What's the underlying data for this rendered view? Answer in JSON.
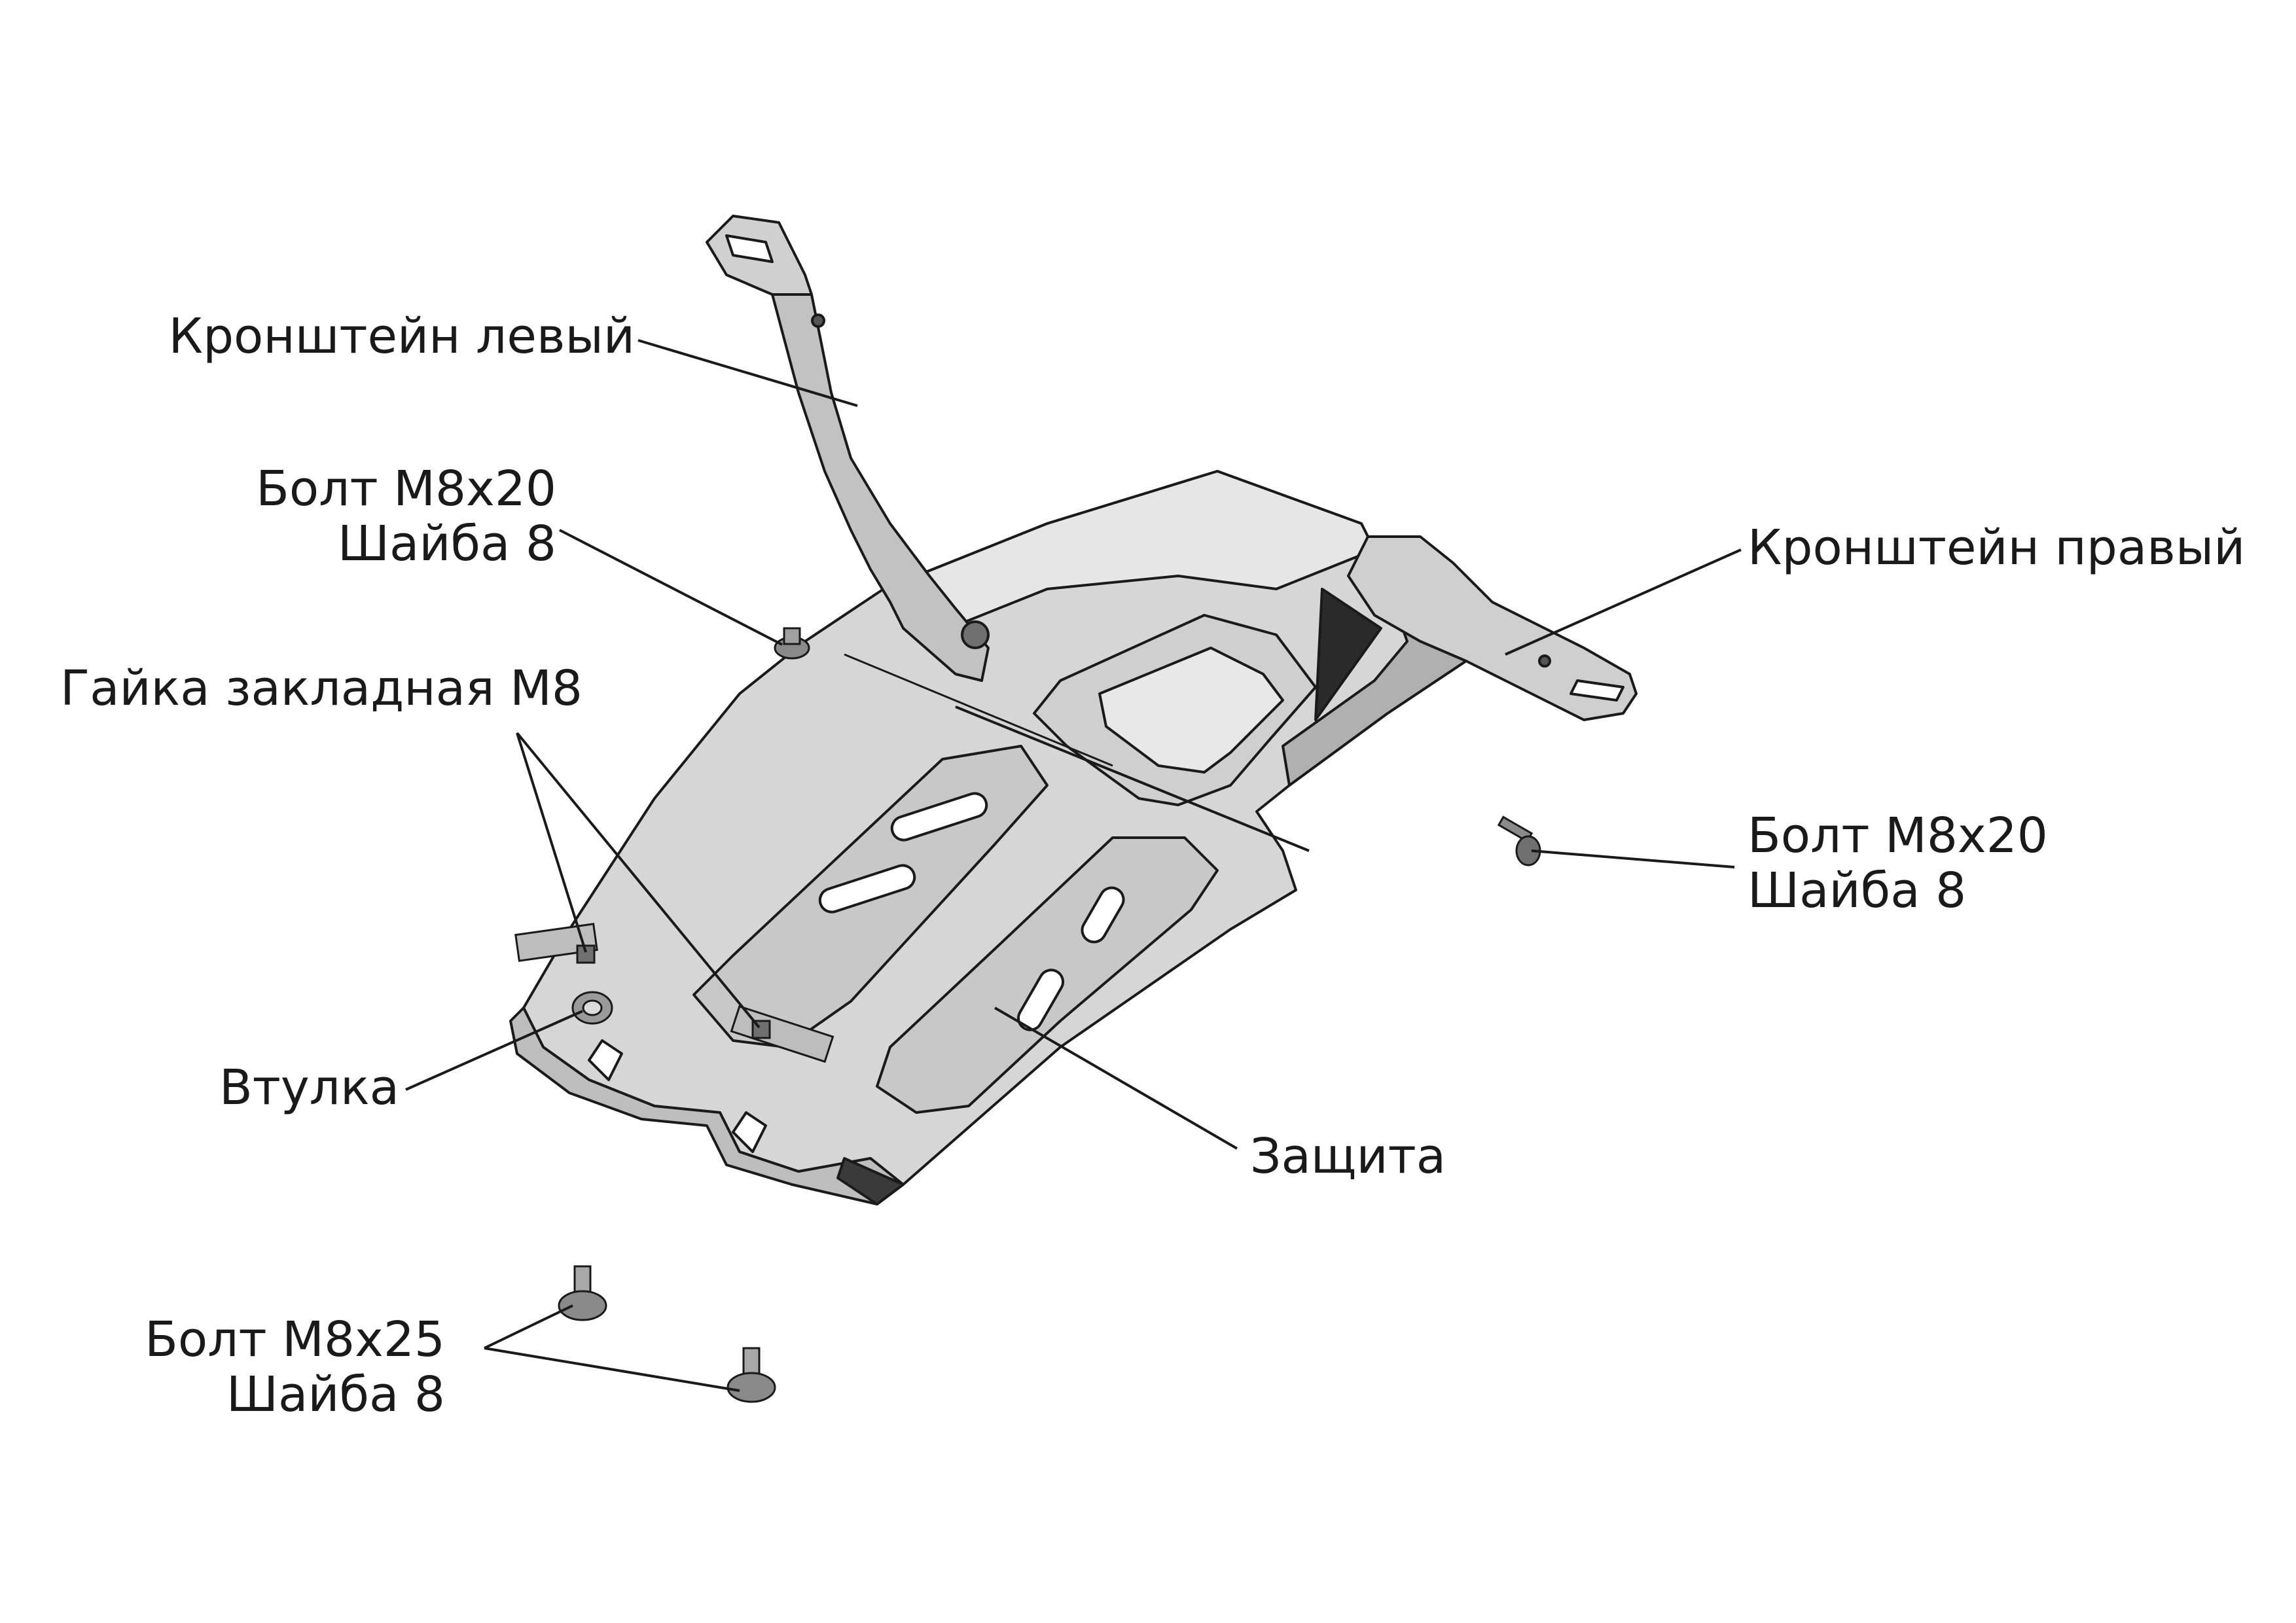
{
  "labels": {
    "bracket_left": "Кронштейн левый",
    "bolt_top_line1": "Болт М8х20",
    "bolt_top_line2": "Шайба 8",
    "bracket_right": "Кронштейн правый",
    "nut": "Гайка закладная М8",
    "bolt_right_line1": "Болт М8х20",
    "bolt_right_line2": "Шайба 8",
    "bushing": "Втулка",
    "guard": "Защита",
    "bolt_bottom_line1": "Болт М8х25",
    "bolt_bottom_line2": "Шайба 8"
  },
  "colors": {
    "line": "#1a1a1a",
    "metal_light": "#dcdcdc",
    "metal_mid": "#c4c4c4",
    "metal_dark": "#8a8a8a",
    "shadow": "#3a3a3a"
  }
}
